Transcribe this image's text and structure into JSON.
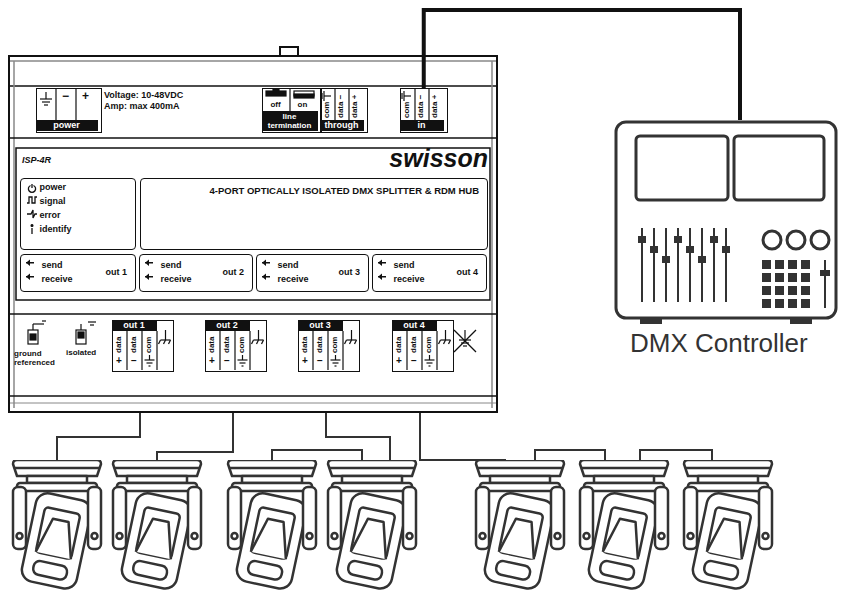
{
  "diagram": {
    "nodes": [
      {
        "text": [
          "ISP-4R",
          "swisson"
        ]
      },
      {
        "text": [
          "−",
          "+",
          "power"
        ],
        "in": 0
      },
      {
        "text": [
          "off",
          "on",
          "line termination"
        ],
        "in": 0
      },
      {
        "text": [
          "com",
          "data −",
          "data +",
          "through"
        ],
        "in": 0
      },
      {
        "text": [
          "com",
          "data −",
          "data +",
          "in"
        ],
        "in": 0
      },
      {
        "text": [
          "power",
          "signal",
          "error",
          "identify"
        ],
        "in": 0
      },
      {
        "text": [
          "4-PORT OPTICALLY ISOLATED DMX SPLITTER & RDM HUB"
        ],
        "in": 0
      },
      {
        "text": [
          "send",
          "receive",
          "out 1"
        ],
        "in": 0
      },
      {
        "text": [
          "send",
          "receive",
          "out 2"
        ],
        "in": 0
      },
      {
        "text": [
          "send",
          "receive",
          "out 3"
        ],
        "in": 0
      },
      {
        "text": [
          "send",
          "receive",
          "out 4"
        ],
        "in": 0
      },
      {
        "text": [
          "out 1",
          "data",
          "data",
          "com",
          "+",
          "−"
        ],
        "in": 0
      },
      {
        "text": [
          "out 2",
          "data",
          "data",
          "com",
          "+",
          "−"
        ],
        "in": 0
      },
      {
        "text": [
          "out 3",
          "data",
          "data",
          "com",
          "+",
          "−"
        ],
        "in": 0
      },
      {
        "text": [
          "out 4",
          "data",
          "data",
          "com",
          "+",
          "−"
        ],
        "in": 0
      },
      {
        "text": [
          "DMX Controller"
        ]
      }
    ],
    "edges": [
      {
        "from": 4,
        "to": 15,
        "arrow": "none"
      }
    ],
    "labels": [
      "Voltage: 10-48VDC",
      "Amp: max 400mA",
      "ground referenced",
      "isolated"
    ]
  }
}
